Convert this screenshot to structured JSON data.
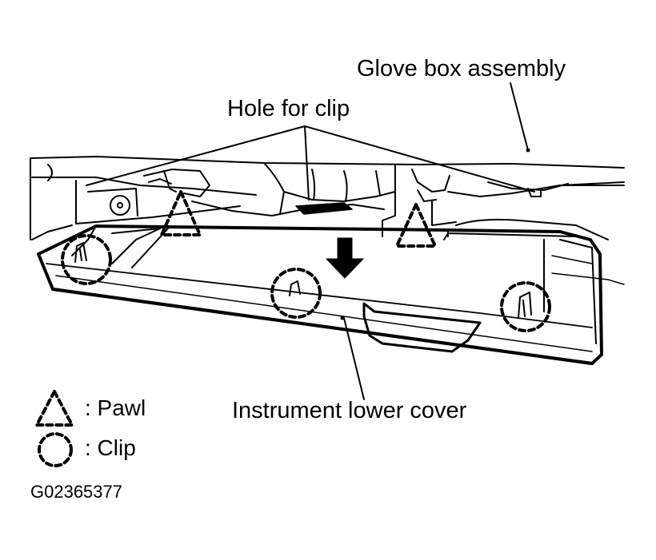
{
  "labels": {
    "glove_box": "Glove box assembly",
    "hole_for_clip": "Hole for clip",
    "instrument_lower_cover": "Instrument lower cover"
  },
  "legend": {
    "pawl": ": Pawl",
    "clip": ": Clip"
  },
  "figure_code": "G02365377",
  "colors": {
    "ink": "#000000",
    "paper": "#ffffff"
  }
}
